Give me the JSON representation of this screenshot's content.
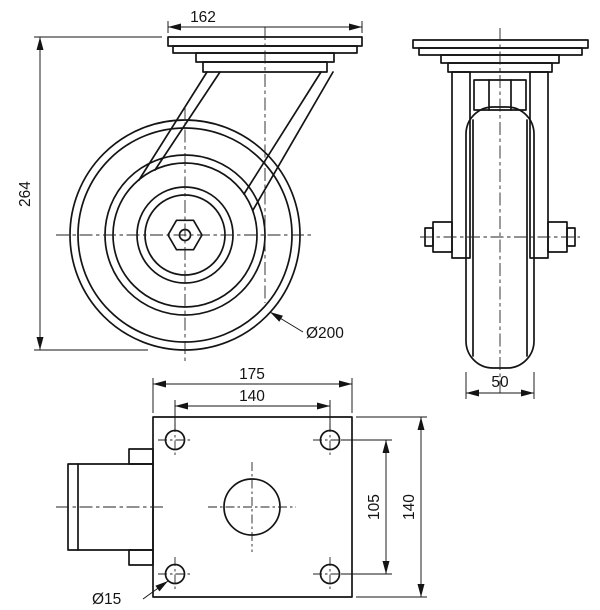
{
  "drawing": {
    "type": "caster-wheel-technical-drawing",
    "colors": {
      "line": "#141414",
      "background": "#ffffff"
    },
    "views": {
      "front": {
        "label": "front-view"
      },
      "side": {
        "label": "side-view"
      },
      "top": {
        "label": "top-plate-view"
      }
    },
    "dimensions": {
      "front_plate_width": "162",
      "front_overall_height": "264",
      "front_wheel_diameter": "Ø200",
      "side_wheel_width": "50",
      "top_plate_width": "175",
      "top_bolt_spacing_x": "140",
      "top_bolt_spacing_y": "105",
      "top_plate_depth": "140",
      "top_bolt_hole_diameter": "Ø15"
    }
  }
}
